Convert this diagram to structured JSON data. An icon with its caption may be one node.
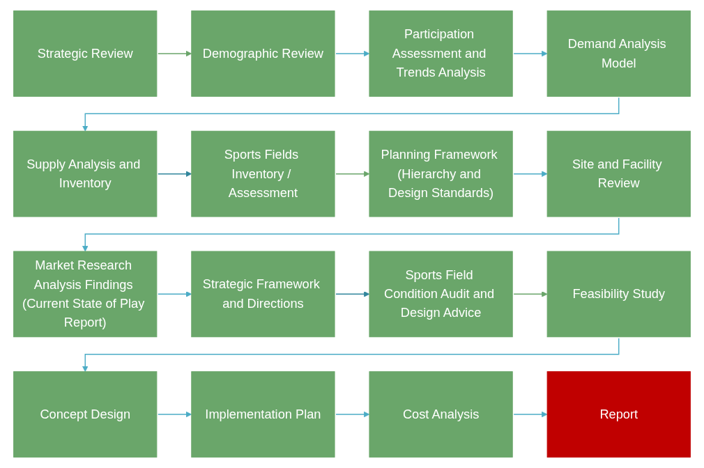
{
  "diagram": {
    "nodes": [
      {
        "text": [
          "Strategic Review"
        ]
      },
      {
        "text": [
          "Demographic Review"
        ]
      },
      {
        "text": [
          "Participation Assessment and Trends Analysis"
        ]
      },
      {
        "text": [
          "Demand Analysis Model"
        ]
      },
      {
        "text": [
          "Supply Analysis and Inventory"
        ]
      },
      {
        "text": [
          "Sports Fields Inventory / Assessment"
        ]
      },
      {
        "text": [
          "Planning Framework (Hierarchy and Design Standards)"
        ]
      },
      {
        "text": [
          "Site and Facility Review"
        ]
      },
      {
        "text": [
          "Market Research Analysis Findings (Current State of Play Report)"
        ]
      },
      {
        "text": [
          "Strategic Framework and Directions"
        ]
      },
      {
        "text": [
          "Sports Field Condition Audit and Design Advice"
        ]
      },
      {
        "text": [
          "Feasibility Study"
        ]
      },
      {
        "text": [
          "Concept Design"
        ]
      },
      {
        "text": [
          "Implementation Plan"
        ]
      },
      {
        "text": [
          "Cost Analysis"
        ]
      },
      {
        "text": [
          "Report"
        ]
      }
    ],
    "edges": [
      {
        "from": 0,
        "to": 1,
        "arrow": "to",
        "color": "#6aa56a"
      },
      {
        "from": 1,
        "to": 2,
        "arrow": "to"
      },
      {
        "from": 2,
        "to": 3,
        "arrow": "to"
      },
      {
        "from": 3,
        "to": 4,
        "arrow": "to"
      },
      {
        "from": 4,
        "to": 5,
        "arrow": "to",
        "color": "#31859c"
      },
      {
        "from": 5,
        "to": 6,
        "arrow": "to",
        "color": "#6aa56a"
      },
      {
        "from": 6,
        "to": 7,
        "arrow": "to"
      },
      {
        "from": 7,
        "to": 8,
        "arrow": "to"
      },
      {
        "from": 8,
        "to": 9,
        "arrow": "to"
      },
      {
        "from": 9,
        "to": 10,
        "arrow": "to",
        "color": "#31859c"
      },
      {
        "from": 10,
        "to": 11,
        "arrow": "to",
        "color": "#6aa56a"
      },
      {
        "from": 11,
        "to": 12,
        "arrow": "to"
      },
      {
        "from": 12,
        "to": 13,
        "arrow": "to"
      },
      {
        "from": 13,
        "to": 14,
        "arrow": "to"
      },
      {
        "from": 14,
        "to": 15,
        "arrow": "to"
      }
    ]
  }
}
